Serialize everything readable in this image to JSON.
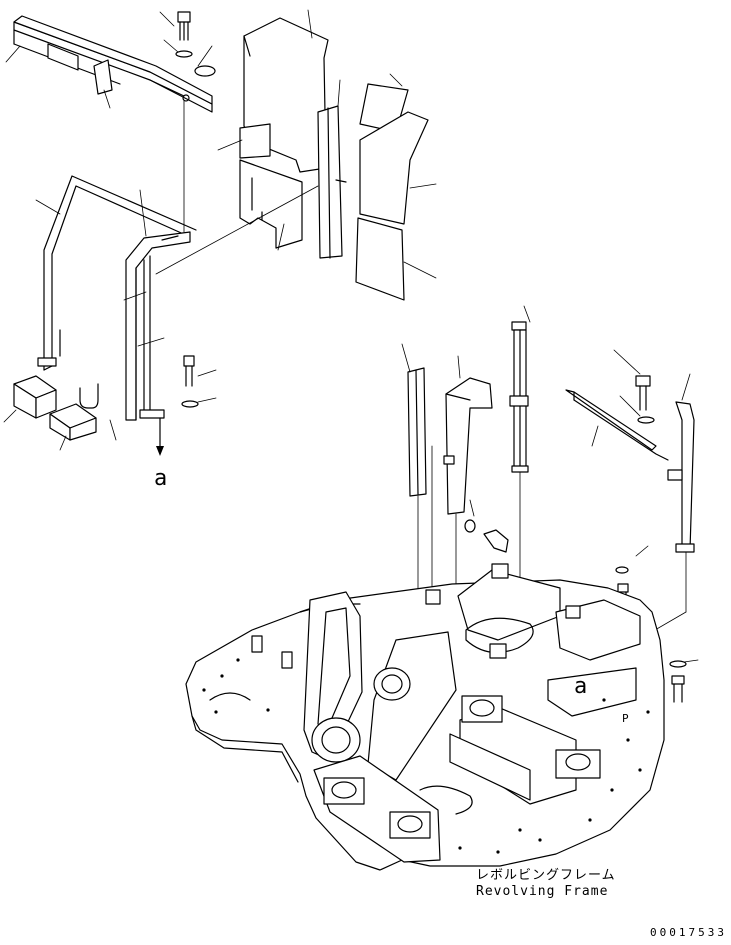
{
  "callouts": {
    "a_left": "a",
    "a_right": "a"
  },
  "frame_label": {
    "japanese": "レボルビングフレーム",
    "english": "Revolving Frame"
  },
  "drawing_number": "00017533"
}
